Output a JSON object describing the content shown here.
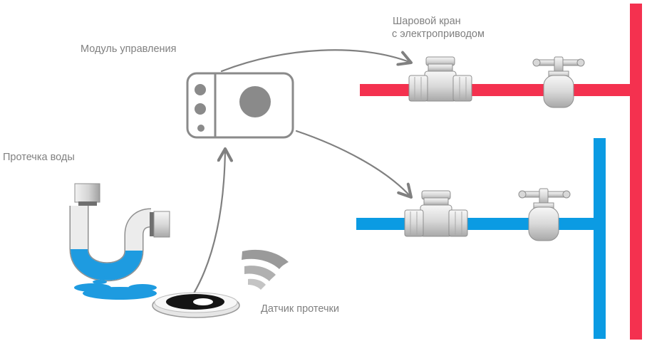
{
  "labels": {
    "control_module": "Модуль  управления",
    "ball_valve": [
      "Шаровой кран",
      "с электроприводом"
    ],
    "water_leak": "Протечка воды",
    "leak_sensor": "Датчик протечки"
  },
  "colors": {
    "hot_pipe": "#f4314f",
    "cold_pipe": "#0b9be3",
    "water": "#1e9be0",
    "arrow": "#808080",
    "outline": "#8a8a8a",
    "metal_light": "#eeeeee",
    "metal_mid": "#cfcfcf",
    "metal_dark": "#9a9a9a",
    "sensor_dark": "#141414"
  },
  "icons": [
    "control-module-icon",
    "ball-valve-icon",
    "faucet-valve-icon",
    "drain-pipe-icon",
    "water-puddle-icon",
    "leak-sensor-icon",
    "wireless-signal-icon"
  ]
}
